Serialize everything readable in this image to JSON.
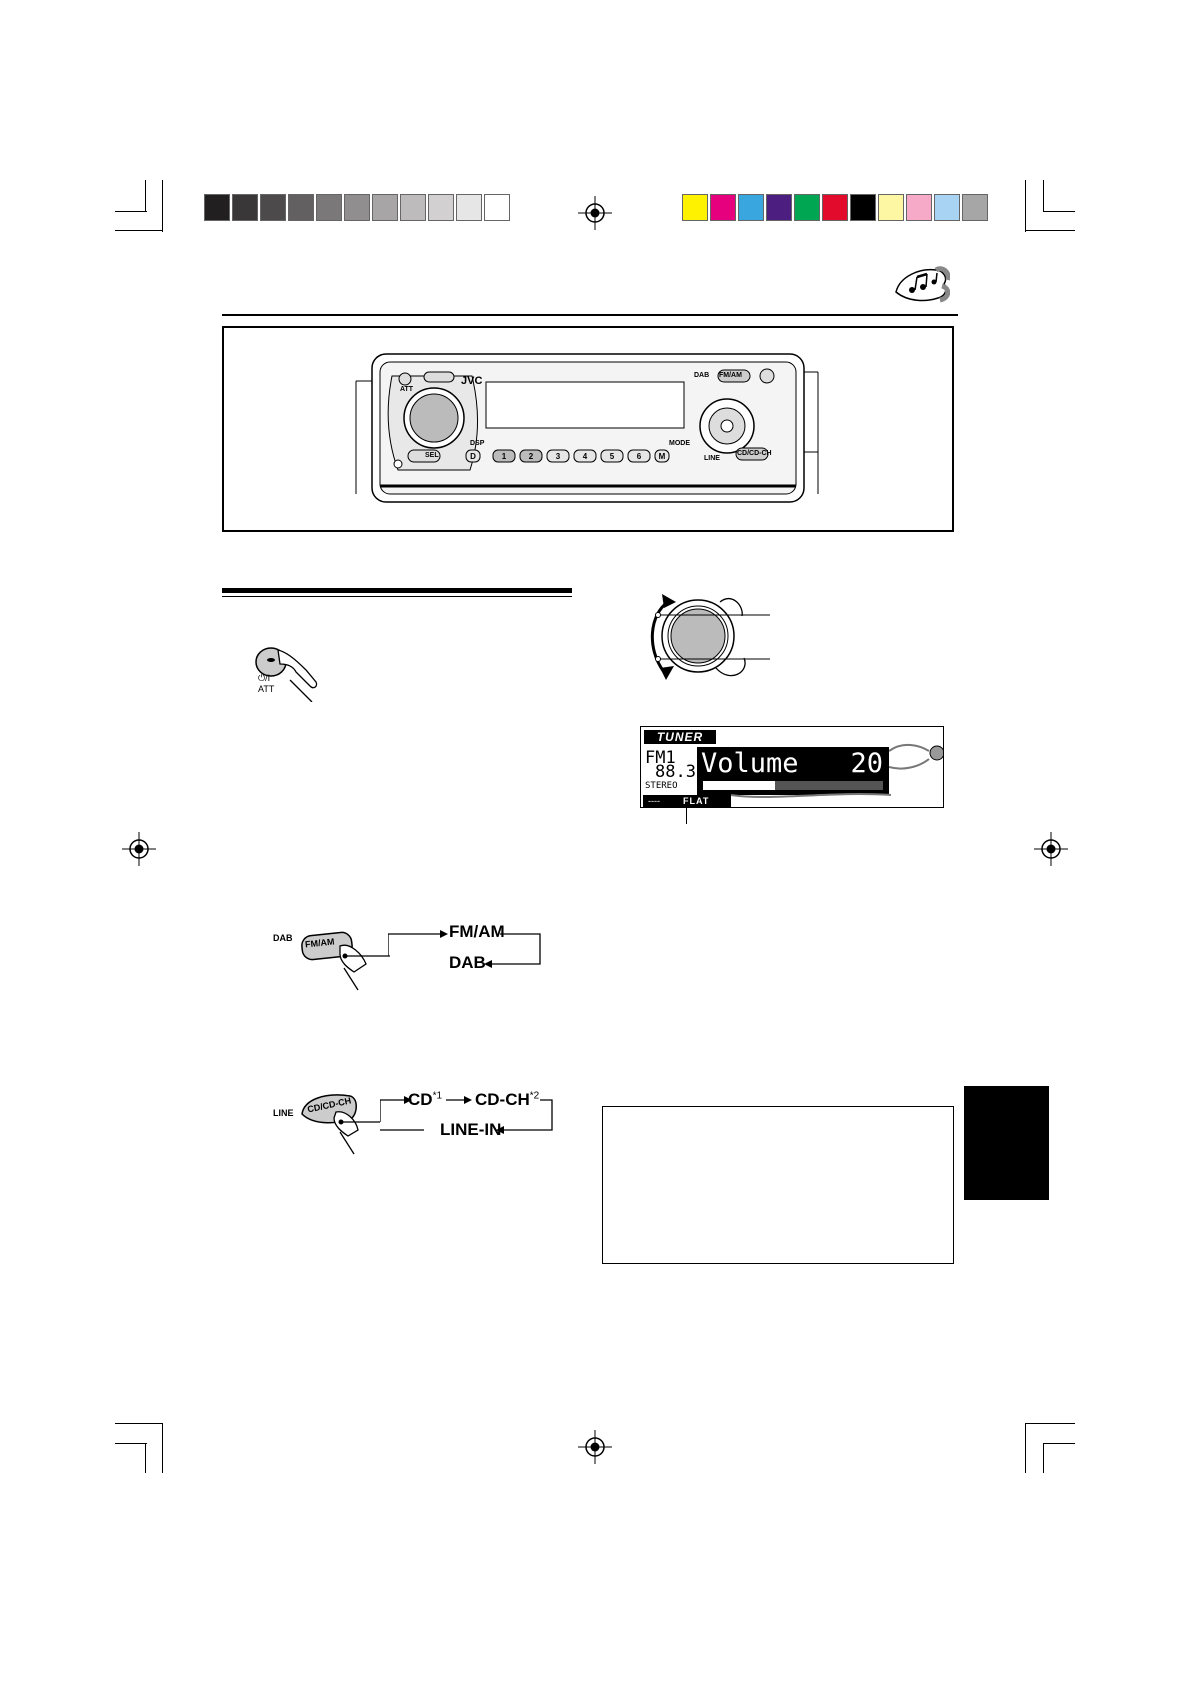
{
  "color_bar": {
    "grays": [
      "#221f20",
      "#3a3738",
      "#4d4a4b",
      "#626061",
      "#7a7879",
      "#908e8f",
      "#a7a5a6",
      "#bdbbbc",
      "#d2d0d1",
      "#e7e6e6",
      "#ffffff"
    ],
    "colors": [
      "#fff200",
      "#e6007e",
      "#3aa6e0",
      "#4b1e80",
      "#00a651",
      "#e30b2c",
      "#000000",
      "#fdf6a3",
      "#f6aac8",
      "#a8d3f2",
      "#a6a6a6"
    ]
  },
  "head_unit": {
    "brand": "JVC",
    "dab_label": "DAB",
    "line_label": "LINE",
    "mode_label": "MODE",
    "dsp_label": "DSP",
    "sel_label": "SEL",
    "att_label": "ATT",
    "fmam_button": "FM/AM",
    "cd_button": "CD/CD-CH",
    "preset_buttons": [
      "D",
      "1",
      "2",
      "3",
      "4",
      "5",
      "6",
      "M"
    ]
  },
  "power_button": {
    "symbol": "⏻/I",
    "label": "ATT"
  },
  "display": {
    "header": "TUNER",
    "band": "FM1",
    "freq": "88.3",
    "stereo": "STEREO",
    "volume_label": "Volume",
    "volume_value": "20",
    "volume_level_fraction": 0.4,
    "eq_left": "----",
    "eq_mode": "FLAT"
  },
  "fm_diagram": {
    "button_side_label": "DAB",
    "button_label": "FM/AM",
    "top": "FM/AM",
    "bottom": "DAB"
  },
  "cd_diagram": {
    "button_side_label": "LINE",
    "button_label": "CD/CD-CH",
    "cd": "CD",
    "cd_note": "*1",
    "cdch": "CD-CH",
    "cdch_note": "*2",
    "line_in": "LINE-IN"
  }
}
